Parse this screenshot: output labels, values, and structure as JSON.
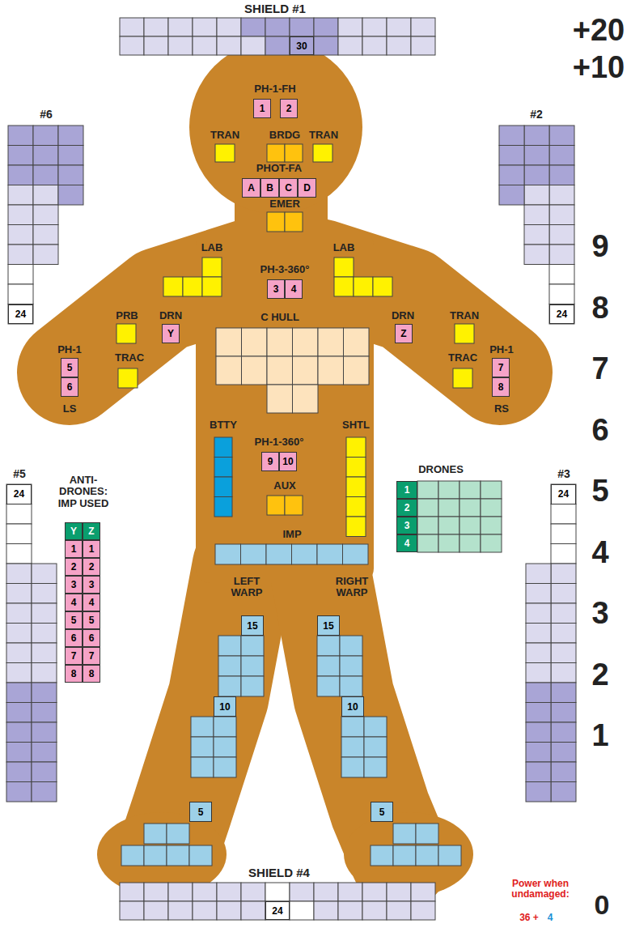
{
  "diagram": {
    "nodes": [
      {
        "text": [
          "30"
        ]
      },
      {
        "text": [
          "1"
        ]
      },
      {
        "text": [
          "2"
        ]
      },
      {
        "text": [
          "A"
        ]
      },
      {
        "text": [
          "B"
        ]
      },
      {
        "text": [
          "C"
        ]
      },
      {
        "text": [
          "D"
        ]
      },
      {
        "text": [
          "24"
        ]
      },
      {
        "text": [
          "24"
        ]
      },
      {
        "text": [
          "3"
        ]
      },
      {
        "text": [
          "4"
        ]
      },
      {
        "text": [
          "Y"
        ]
      },
      {
        "text": [
          "Z"
        ]
      },
      {
        "text": [
          "5"
        ]
      },
      {
        "text": [
          "6"
        ]
      },
      {
        "text": [
          "7"
        ]
      },
      {
        "text": [
          "8"
        ]
      },
      {
        "text": [
          "9"
        ]
      },
      {
        "text": [
          "10"
        ]
      },
      {
        "text": [
          "1"
        ]
      },
      {
        "text": [
          "2"
        ]
      },
      {
        "text": [
          "3"
        ]
      },
      {
        "text": [
          "4"
        ]
      },
      {
        "text": [
          "24"
        ]
      },
      {
        "text": [
          "24"
        ]
      },
      {
        "text": [
          "Y"
        ]
      },
      {
        "text": [
          "Z"
        ]
      },
      {
        "text": [
          "1"
        ]
      },
      {
        "text": [
          "1"
        ]
      },
      {
        "text": [
          "2"
        ]
      },
      {
        "text": [
          "2"
        ]
      },
      {
        "text": [
          "3"
        ]
      },
      {
        "text": [
          "3"
        ]
      },
      {
        "text": [
          "4"
        ]
      },
      {
        "text": [
          "4"
        ]
      },
      {
        "text": [
          "5"
        ]
      },
      {
        "text": [
          "5"
        ]
      },
      {
        "text": [
          "6"
        ]
      },
      {
        "text": [
          "6"
        ]
      },
      {
        "text": [
          "7"
        ]
      },
      {
        "text": [
          "7"
        ]
      },
      {
        "text": [
          "8"
        ]
      },
      {
        "text": [
          "8"
        ]
      },
      {
        "text": [
          "15"
        ]
      },
      {
        "text": [
          "15"
        ]
      },
      {
        "text": [
          "10"
        ]
      },
      {
        "text": [
          "10"
        ]
      },
      {
        "text": [
          "5"
        ]
      },
      {
        "text": [
          "5"
        ]
      },
      {
        "text": [
          "24"
        ]
      }
    ],
    "labels": [
      "SHIELD #1",
      "+20",
      "+10",
      "#6",
      "PH-1-FH",
      "#2",
      "TRAN",
      "BRDG",
      "TRAN",
      "PHOT-FA",
      "EMER",
      "LAB",
      "PH-3-360°",
      "LAB",
      "PRB",
      "DRN",
      "C HULL",
      "DRN",
      "TRAN",
      "PH-1",
      "TRAC",
      "TRAC",
      "PH-1",
      "LS",
      "RS",
      "BTTY",
      "SHTL",
      "PH-1-360°",
      "DRONES",
      "#5",
      "ANTI-DRONES: IMP USED",
      "#3",
      "AUX",
      "IMP",
      "LEFT WARP",
      "RIGHT WARP",
      "9",
      "8",
      "7",
      "6",
      "5",
      "4",
      "3",
      "2",
      "1",
      "0",
      "SHIELD #4",
      "Power when undamaged:",
      "36 +",
      "4"
    ]
  }
}
